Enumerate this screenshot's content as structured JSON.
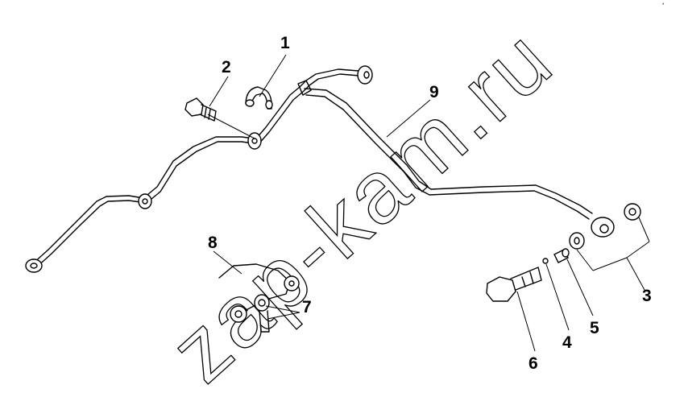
{
  "parts": {
    "p1": "1",
    "p2": "2",
    "p3": "3",
    "p4": "4",
    "p5": "5",
    "p6": "6",
    "p7": "7",
    "p8": "8",
    "p9": "9"
  },
  "watermark": "zap-kam.ru",
  "corner_mark": "*"
}
